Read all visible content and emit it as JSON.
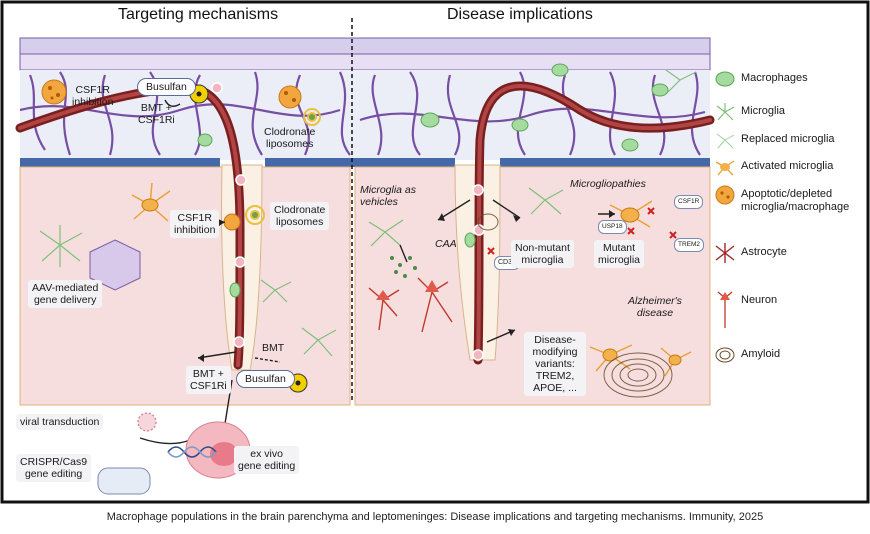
{
  "titles": {
    "left": "Targeting mechanisms",
    "right": "Disease implications"
  },
  "labels": {
    "csf1r_inhibition_top": "CSF1R\ninhibition",
    "busulfan_top": "Busulfan",
    "bmt_csf1ri_top": "BMT +\nCSF1Ri",
    "clodronate_top": "Clodronate\nliposomes",
    "csf1r_inhibition_mid": "CSF1R\ninhibition",
    "clodronate_mid": "Clodronate\nliposomes",
    "aav": "AAV-mediated\ngene delivery",
    "bmt_mid": "BMT",
    "bmt_csf1ri_bottom": "BMT +\nCSF1Ri",
    "busulfan_bottom": "Busulfan",
    "viral_transduction": "viral transduction",
    "crispr": "CRISPR/Cas9\ngene editing",
    "ex_vivo": "ex vivo\ngene editing",
    "microglia_vehicles": "Microglia as\nvehicles",
    "caa": "CAA",
    "cd36": "CD36",
    "non_mutant": "Non-mutant\nmicroglia",
    "microgliopathies": "Microgliopathies",
    "mutant": "Mutant\nmicroglia",
    "csf1r_tag": "CSF1R",
    "usp18_tag": "USP18",
    "trem2_tag": "TREM2",
    "alzheimers": "Alzheimer's\ndisease",
    "disease_modifying": "Disease-\nmodifying\nvariants:\nTREM2,\nAPOE, ..."
  },
  "legend": [
    {
      "label": "Macrophages",
      "icon": "macrophage-icon"
    },
    {
      "label": "Microglia",
      "icon": "microglia-icon"
    },
    {
      "label": "Replaced microglia",
      "icon": "replaced-microglia-icon"
    },
    {
      "label": "Activated microglia",
      "icon": "activated-microglia-icon"
    },
    {
      "label": "Apoptotic/depleted\nmicroglia/macrophage",
      "icon": "apoptotic-cell-icon"
    },
    {
      "label": "Astrocyte",
      "icon": "astrocyte-icon"
    },
    {
      "label": "Neuron",
      "icon": "neuron-icon"
    },
    {
      "label": "Amyloid",
      "icon": "amyloid-icon"
    }
  ],
  "caption": "Macrophage populations in the brain parenchyma and leptomeninges: Disease implications and targeting mechanisms. Immunity, 2025",
  "colors": {
    "meninges_band": "#d6cfec",
    "leptomeninges_bg": "#eceef7",
    "parenchyma_bg": "#f7dede",
    "vessel": "#8c2a2a",
    "pia_bar": "#4569a8",
    "macrophage": "#a6dba0",
    "activated": "#f0a838",
    "neuron": "#c0392b"
  }
}
